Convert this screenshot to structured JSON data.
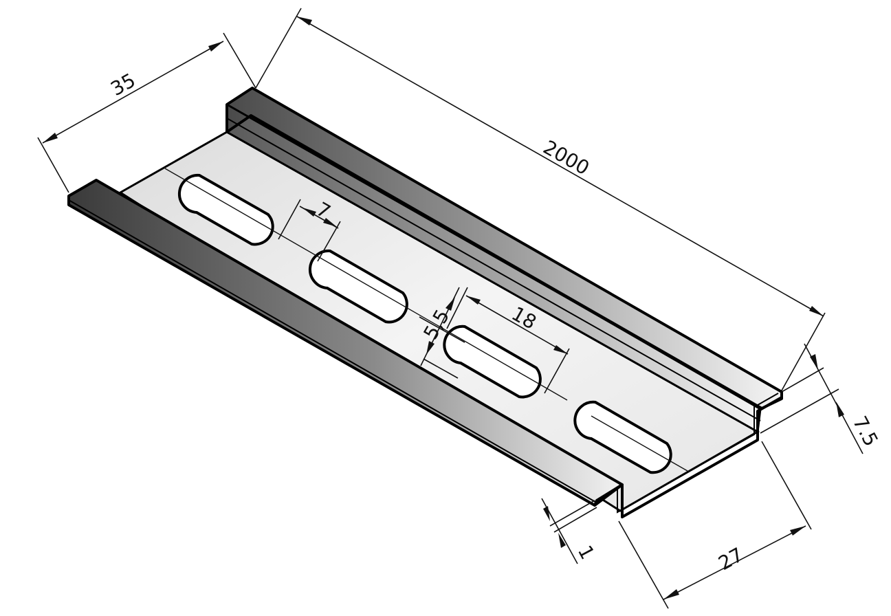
{
  "dimensions": {
    "width_rail": "35",
    "length": "2000",
    "slot_gap": "7",
    "slot_length": "18",
    "slot_width": "5,5",
    "height": "7.5",
    "thickness": "1",
    "inner_width": "27"
  },
  "colors": {
    "flange_dark": "#3a3a3a",
    "flange_light": "#f0f0f0",
    "base": "#ececec",
    "slot_fill": "#ffffff",
    "line": "#000000"
  }
}
